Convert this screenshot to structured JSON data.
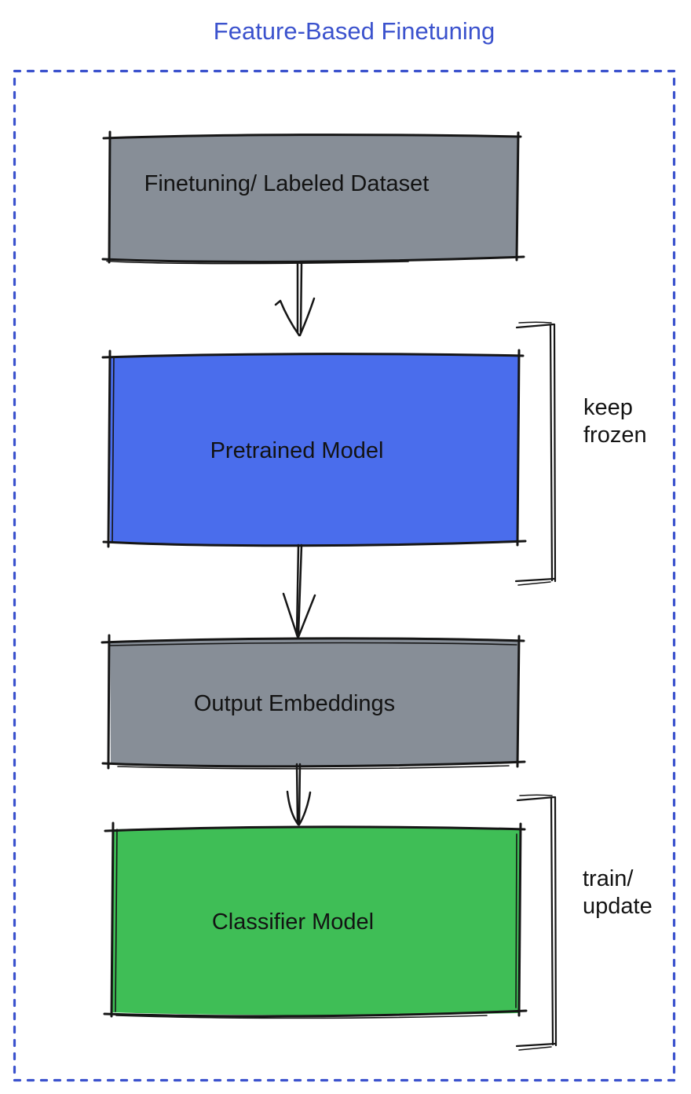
{
  "title": {
    "text": "Feature-Based Finetuning",
    "color": "#3b52cd"
  },
  "colors": {
    "border": "#3b52cd",
    "sketch_stroke": "#161616",
    "gray_box": "#878e97",
    "blue_box": "#4a6dec",
    "green_box": "#3fbe56"
  },
  "boxes": [
    {
      "id": "finetuning-dataset",
      "label": "Finetuning/ Labeled Dataset",
      "fill": "#878e97"
    },
    {
      "id": "pretrained-model",
      "label": "Pretrained Model",
      "fill": "#4a6dec"
    },
    {
      "id": "output-embeddings",
      "label": "Output Embeddings",
      "fill": "#878e97"
    },
    {
      "id": "classifier-model",
      "label": "Classifier Model",
      "fill": "#3fbe56"
    }
  ],
  "annotations": [
    {
      "id": "keep-frozen",
      "lines": [
        "keep",
        "frozen"
      ]
    },
    {
      "id": "train-update",
      "lines": [
        "train/",
        "update"
      ]
    }
  ]
}
